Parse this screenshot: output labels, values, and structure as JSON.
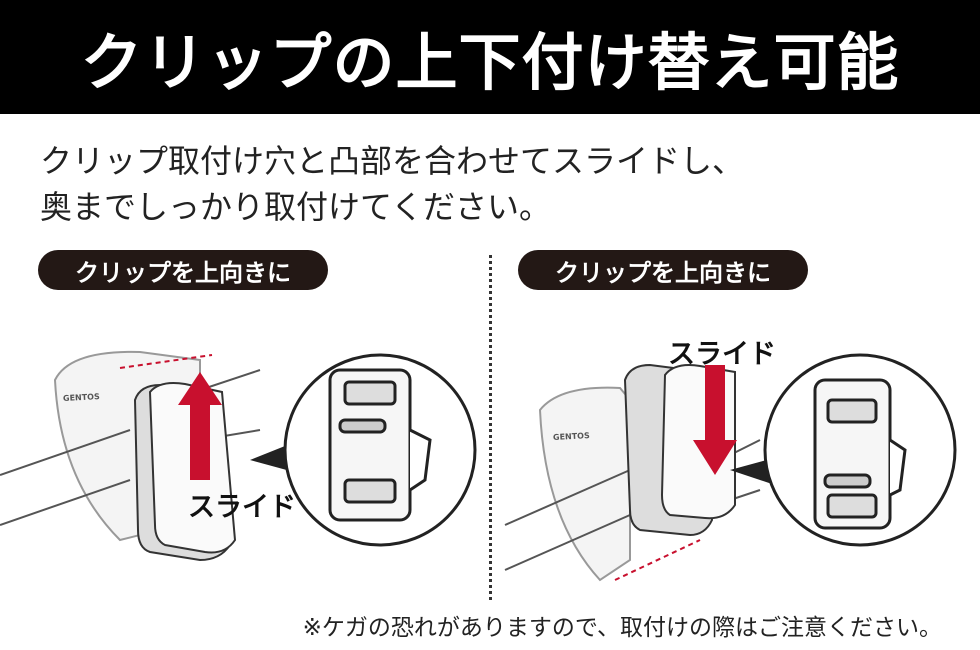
{
  "title": "クリップの上下付け替え可能",
  "description": [
    "クリップ取付け穴と凸部を合わせてスライドし、",
    "奥までしっかり取付けてください。"
  ],
  "panels": [
    {
      "label": "クリップを上向きに",
      "action": "スライド",
      "direction": "up",
      "brand": "GENTOS"
    },
    {
      "label": "クリップを上向きに",
      "action": "スライド",
      "direction": "down",
      "brand": "GENTOS"
    }
  ],
  "note": "※ケガの恐れがありますので、取付けの際はご注意ください。",
  "colors": {
    "header": "#000000",
    "pill": "#231815",
    "arrow": "#c8102e"
  }
}
